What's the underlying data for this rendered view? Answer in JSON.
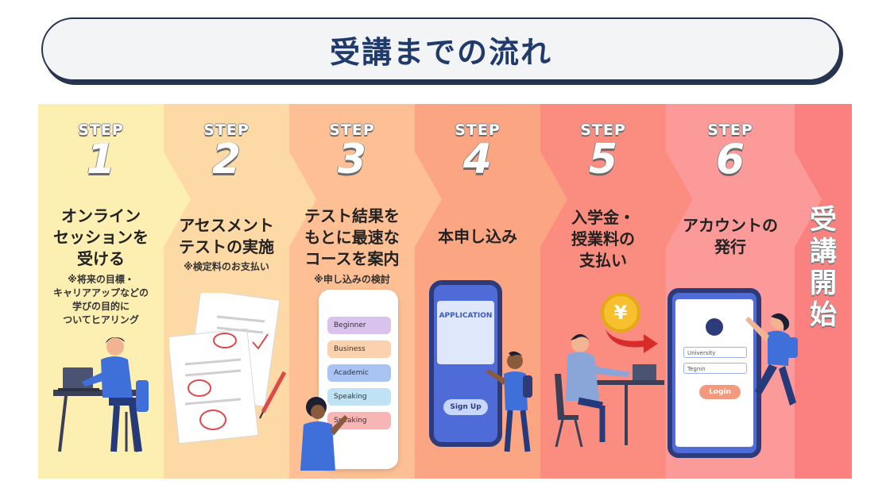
{
  "title": "受講までの流れ",
  "step_word": "STEP",
  "steps": [
    {
      "number": "1",
      "label": "オンライン\nセッションを\n受ける",
      "note": "※将来の目標・\nキャリアアップなどの\n学びの目的に\nついてヒアリング"
    },
    {
      "number": "2",
      "label": "アセスメント\nテストの実施",
      "note": "※検定料のお支払い"
    },
    {
      "number": "3",
      "label": "テスト結果を\nもとに最速な\nコースを案内",
      "note": "※申し込みの検討"
    },
    {
      "number": "4",
      "label": "本申し込み",
      "note": ""
    },
    {
      "number": "5",
      "label": "入学金・\n授業料の\n支払い",
      "note": ""
    },
    {
      "number": "6",
      "label": "アカウントの\n発行",
      "note": ""
    }
  ],
  "final": {
    "chars": [
      "受",
      "講",
      "開",
      "始"
    ]
  },
  "illustration_text": {
    "course_options": [
      "Beginner",
      "Business",
      "Academic",
      "Speaking",
      "Speaking"
    ],
    "application_heading": "APPLICATION",
    "sign_up": "Sign Up",
    "yen_symbol": "¥",
    "login_field_1": "University",
    "login_field_2": "Tegnin",
    "login_button": "Login"
  },
  "colors": {
    "panels": [
      "#fdeeb2",
      "#fdd9a6",
      "#fdbf93",
      "#fca583",
      "#fb8d80",
      "#fc9a9a",
      "#fb8181"
    ],
    "title_text": "#1f3a6b",
    "title_border": "#27344f"
  }
}
